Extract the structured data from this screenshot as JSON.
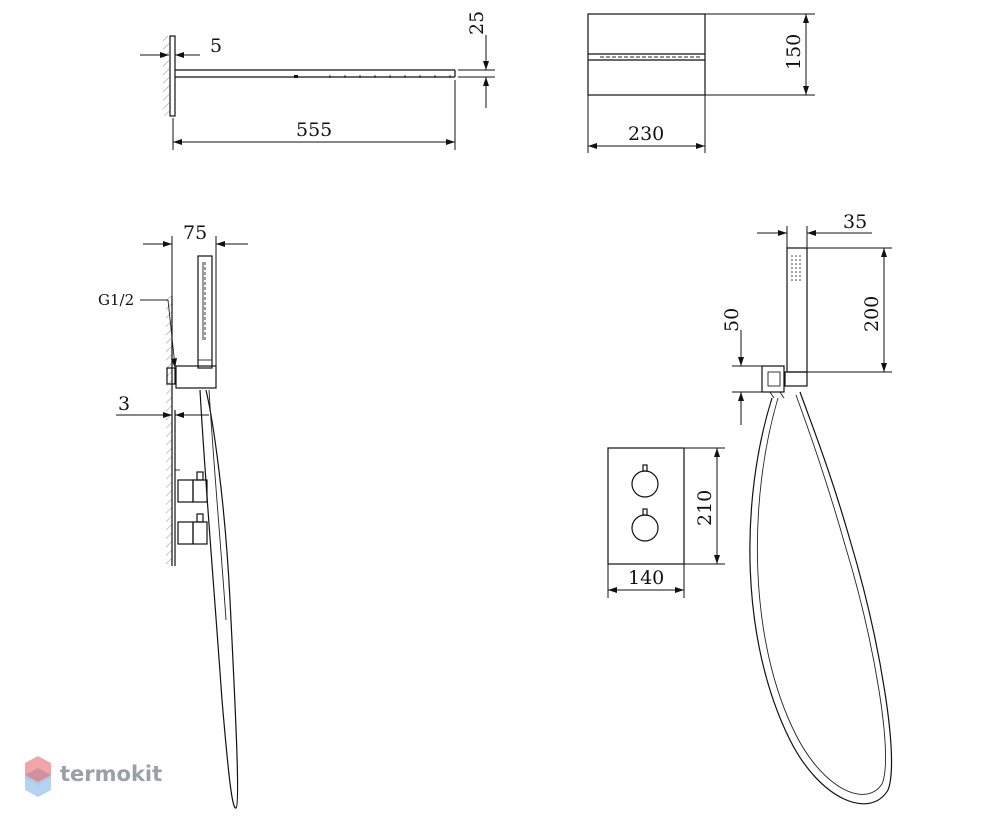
{
  "dimensions": {
    "wall_gap": "5",
    "arm_thickness": "25",
    "arm_length": "555",
    "head_height": "150",
    "head_width": "230",
    "hand_offset": "75",
    "thread": "G1/2",
    "plate_thickness": "3",
    "holder_width": "35",
    "handshower_length": "200",
    "holder_height": "50",
    "panel_height": "210",
    "panel_width": "140"
  },
  "brand": {
    "name": "termokit",
    "logo_colors": [
      "#e56b6f",
      "#7fb2e5"
    ]
  }
}
